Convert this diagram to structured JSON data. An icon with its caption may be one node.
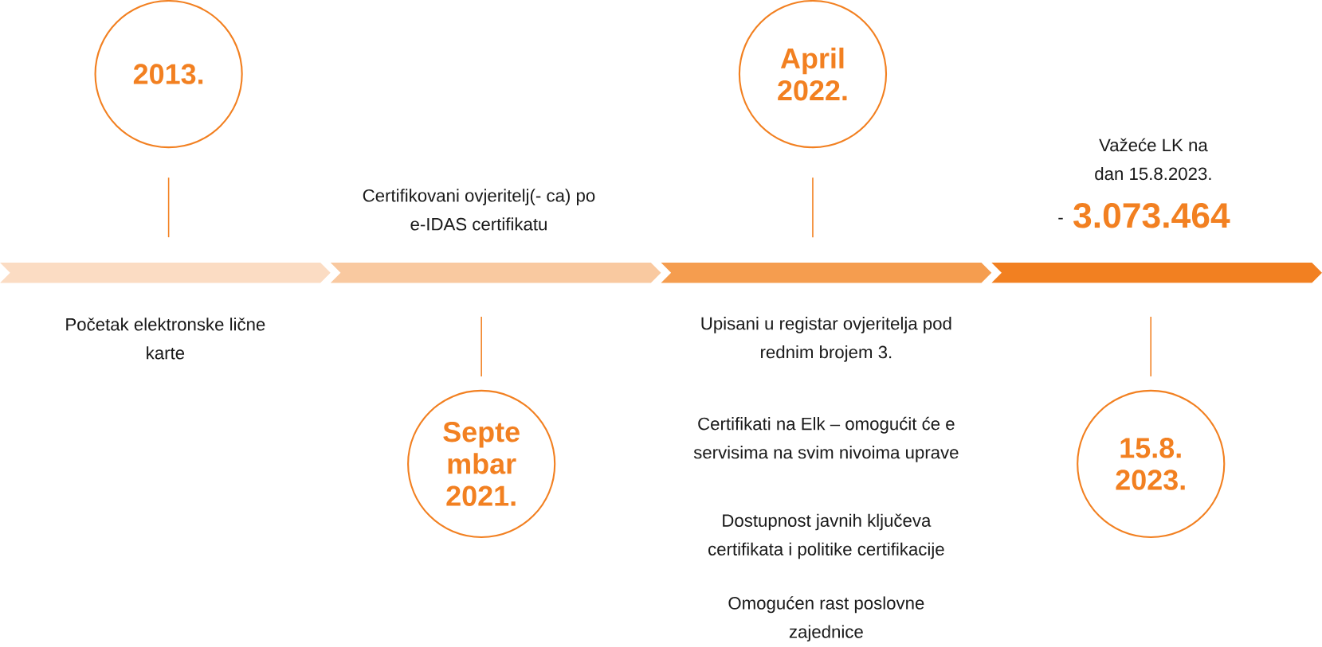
{
  "diagram": {
    "nodes": [
      {
        "text": [
          "2013."
        ]
      },
      {
        "text": [
          "April 2022."
        ]
      },
      {
        "text": [],
        "shape": "chevron"
      },
      {
        "text": [],
        "shape": "chevron"
      },
      {
        "text": [],
        "shape": "chevron"
      },
      {
        "text": [],
        "shape": "chevron"
      },
      {
        "text": [
          "Septe mbar 2021."
        ]
      },
      {
        "text": [
          "15.8. 2023."
        ]
      }
    ],
    "edges": [
      {
        "from": 0,
        "to": 2,
        "arrow": "none"
      },
      {
        "from": 1,
        "to": 4,
        "arrow": "none"
      },
      {
        "from": 6,
        "to": 3,
        "arrow": "none"
      },
      {
        "from": 7,
        "to": 5,
        "arrow": "none"
      }
    ],
    "labels": [
      "Važeće LK na dan 15.8.2023.",
      "Certifikovani ovjeritelj(- ca) po e-IDAS certifikatu",
      "-",
      "3.073.464",
      "Početak elektronske lične karte",
      "Upisani u registar ovjeritelja pod rednim brojem 3.",
      "Certifikati na Elk – omogućit će e servisima na svim nivoima uprave",
      "Dostupnost javnih ključeva certifikata i politike certifikacije",
      "Omogućen rast poslovne zajednice"
    ]
  }
}
